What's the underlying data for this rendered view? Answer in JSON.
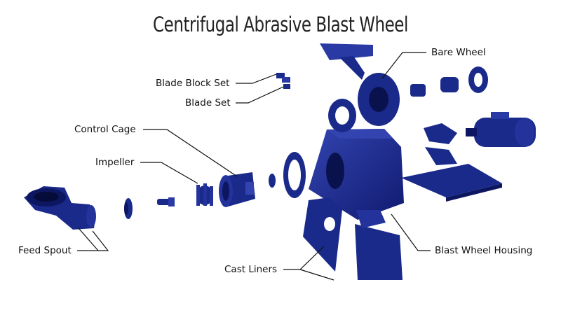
{
  "title": "Centrifugal Abrasive Blast Wheel",
  "colors": {
    "part": "#1a2a8a",
    "part_dark": "#0d1660",
    "part_light": "#3344b0",
    "leader": "#111111"
  },
  "labels": {
    "bare_wheel": "Bare Wheel",
    "blade_block_set": "Blade Block Set",
    "blade_set": "Blade Set",
    "control_cage": "Control Cage",
    "impeller": "Impeller",
    "feed_spout": "Feed Spout",
    "cast_liners": "Cast Liners",
    "blast_wheel_housing": "Blast Wheel Housing"
  }
}
